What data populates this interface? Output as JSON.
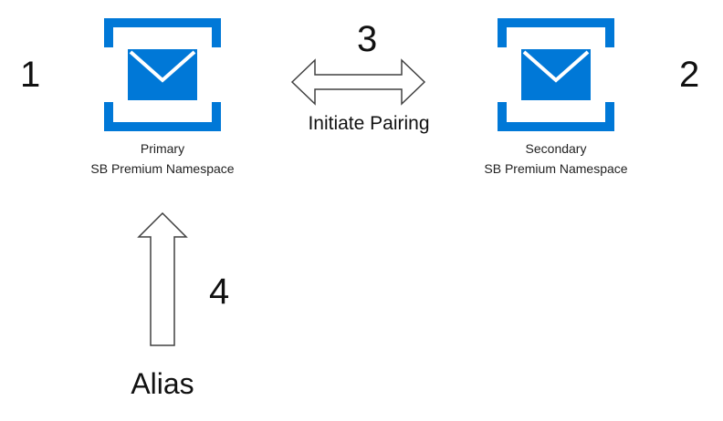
{
  "steps": {
    "one": "1",
    "two": "2",
    "three": "3",
    "four": "4"
  },
  "primary": {
    "role": "Primary",
    "name": "SB Premium Namespace"
  },
  "secondary": {
    "role": "Secondary",
    "name": "SB Premium Namespace"
  },
  "pairing_label": "Initiate Pairing",
  "alias_label": "Alias",
  "icons": {
    "primary": "envelope-icon",
    "secondary": "envelope-icon"
  },
  "colors": {
    "accent": "#0078D7",
    "arrow_stroke": "#404040"
  }
}
